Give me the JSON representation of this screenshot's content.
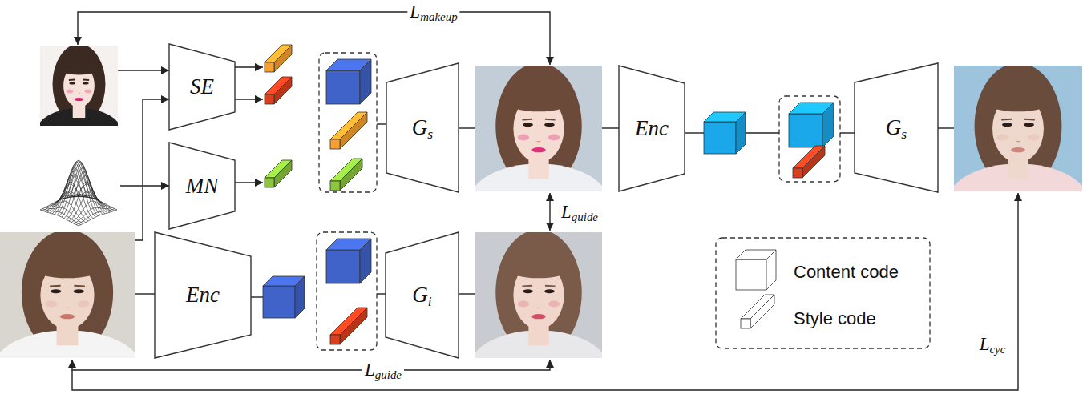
{
  "diagram": {
    "nodes": [
      {
        "text": [
          "SE"
        ]
      },
      {
        "text": [
          "MN"
        ]
      },
      {
        "text": [
          "Enc"
        ]
      },
      {
        "text": [
          "Gs"
        ]
      },
      {
        "text": [
          "Gi"
        ]
      },
      {
        "text": [
          "Enc"
        ]
      },
      {
        "text": [
          "Gs"
        ]
      }
    ],
    "labels": [
      "Lmakeup",
      "Lguide",
      "Lguide",
      "Lcyc"
    ],
    "legend": [
      {
        "text": "Content code"
      },
      {
        "text": "Style code"
      }
    ]
  }
}
